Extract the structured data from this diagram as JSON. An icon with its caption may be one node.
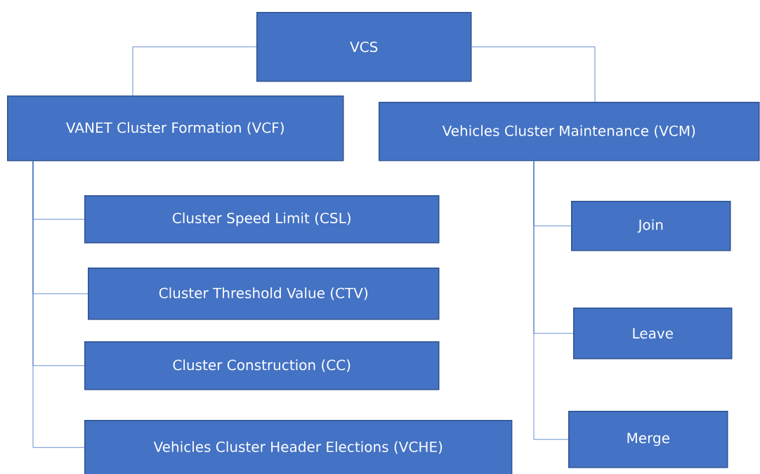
{
  "diagram": {
    "nodes": [
      {
        "text": [
          "VCS"
        ]
      },
      {
        "text": [
          "VANET Cluster Formation (VCF)"
        ]
      },
      {
        "text": [
          "Vehicles Cluster Maintenance (VCM)"
        ]
      },
      {
        "text": [
          "Cluster Speed Limit (CSL)"
        ]
      },
      {
        "text": [
          "Cluster Threshold Value (CTV)"
        ]
      },
      {
        "text": [
          "Cluster Construction (CC)"
        ]
      },
      {
        "text": [
          "Vehicles Cluster Header Elections (VCHE)"
        ]
      },
      {
        "text": [
          "Join"
        ]
      },
      {
        "text": [
          "Leave"
        ]
      },
      {
        "text": [
          "Merge"
        ]
      }
    ],
    "edges": [
      {
        "from": 0,
        "to": 1,
        "arrow": "none"
      },
      {
        "from": 0,
        "to": 2,
        "arrow": "none"
      },
      {
        "from": 1,
        "to": 3,
        "arrow": "none"
      },
      {
        "from": 1,
        "to": 4,
        "arrow": "none"
      },
      {
        "from": 1,
        "to": 5,
        "arrow": "none"
      },
      {
        "from": 1,
        "to": 6,
        "arrow": "none"
      },
      {
        "from": 2,
        "to": 7,
        "arrow": "none"
      },
      {
        "from": 2,
        "to": 8,
        "arrow": "none"
      },
      {
        "from": 2,
        "to": 9,
        "arrow": "none"
      }
    ]
  }
}
